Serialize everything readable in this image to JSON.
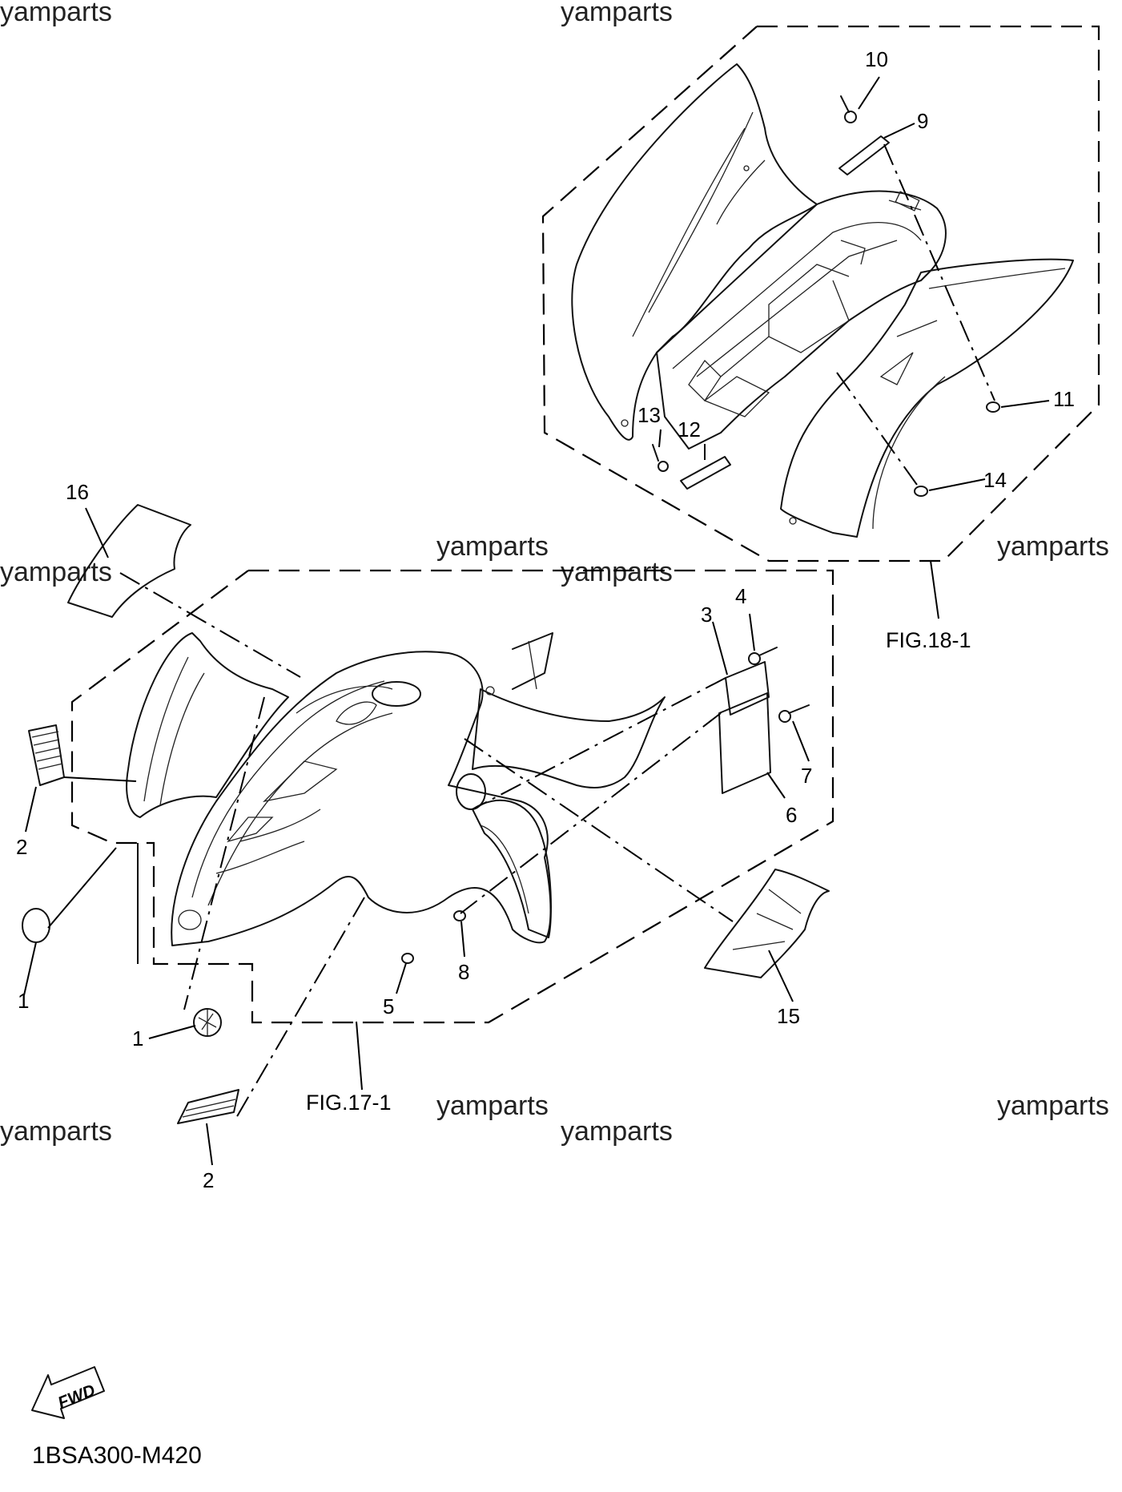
{
  "watermarks": {
    "w1": "yamparts",
    "w2": "yamparts",
    "w3": "yamparts",
    "w4": "yamparts",
    "w5": "yamparts",
    "w6": "yamparts",
    "w7": "yamparts",
    "w8": "yamparts",
    "w9": "yamparts",
    "w10": "yamparts"
  },
  "callouts": {
    "c1a": "1",
    "c1b": "1",
    "c2a": "2",
    "c2b": "2",
    "c3": "3",
    "c4": "4",
    "c5": "5",
    "c6": "6",
    "c7": "7",
    "c8": "8",
    "c9": "9",
    "c10": "10",
    "c11": "11",
    "c12": "12",
    "c13": "13",
    "c14": "14",
    "c15": "15",
    "c16": "16"
  },
  "figure_refs": {
    "fig17": "FIG.17-1",
    "fig18": "FIG.18-1"
  },
  "fwd_label": "FWD",
  "diagram_code": "1BSA300-M420"
}
